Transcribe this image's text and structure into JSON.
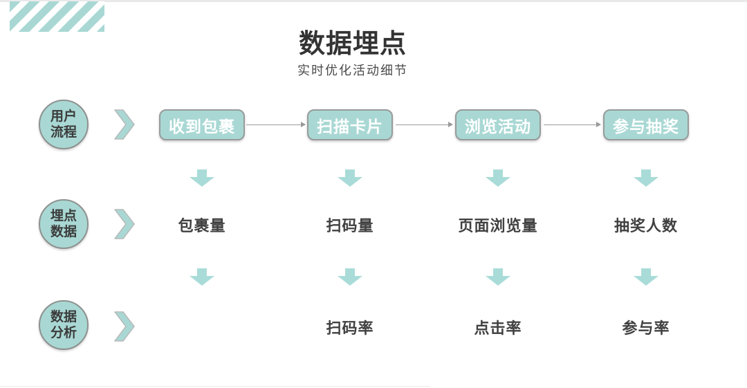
{
  "colors": {
    "teal": "#a9d8d4",
    "tealLight": "#a9dcd8",
    "borderGray": "#949897",
    "lineGray": "#9a9a9a",
    "textDark": "#333333",
    "textMedium": "#404040"
  },
  "header": {
    "title": "数据埋点",
    "subtitle": "实时优化活动细节"
  },
  "lanes": [
    {
      "name": "用户流程",
      "line1": "用户",
      "line2": "流程"
    },
    {
      "name": "埋点数据",
      "line1": "埋点",
      "line2": "数据"
    },
    {
      "name": "数据分析",
      "line1": "数据",
      "line2": "分析"
    }
  ],
  "flow": {
    "steps": [
      "收到包裹",
      "扫描卡片",
      "浏览活动",
      "参与抽奖"
    ]
  },
  "metrics": [
    "包裹量",
    "扫码量",
    "页面浏览量",
    "抽奖人数"
  ],
  "analysis": [
    "",
    "扫码率",
    "点击率",
    "参与率"
  ]
}
